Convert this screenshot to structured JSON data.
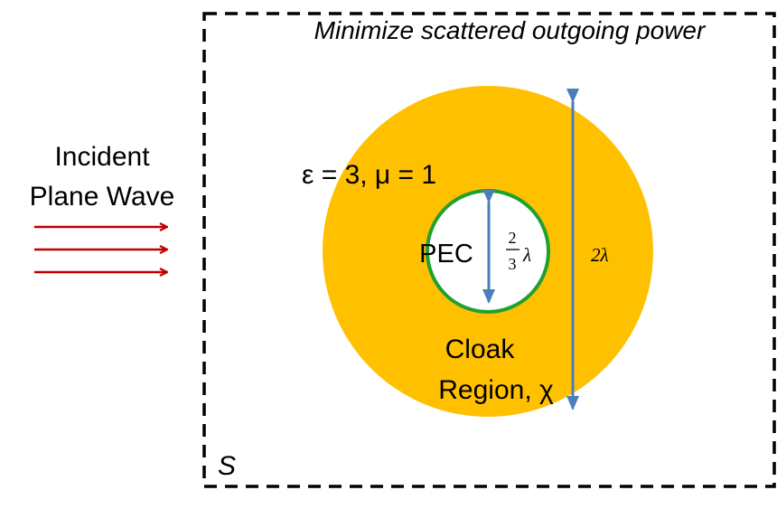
{
  "labels": {
    "objective": "Minimize scattered outgoing power",
    "incident_line1": "Incident",
    "incident_line2": "Plane Wave",
    "material": "ε = 3, μ = 1",
    "core": "PEC",
    "inner_num": "2",
    "inner_den": "3",
    "lambda": "λ",
    "outer_dim": "2λ",
    "cloak_line1": "Cloak",
    "cloak_line2": "Region, χ",
    "surface": "S"
  },
  "colors": {
    "cloak_fill": "#FFC000",
    "pec_fill": "#FFFFFF",
    "pec_border": "#1FA030",
    "arrow_blue": "#4A7EBB",
    "arrow_red": "#C00000",
    "boundary": "#000000"
  },
  "incident_arrow_count": 3
}
